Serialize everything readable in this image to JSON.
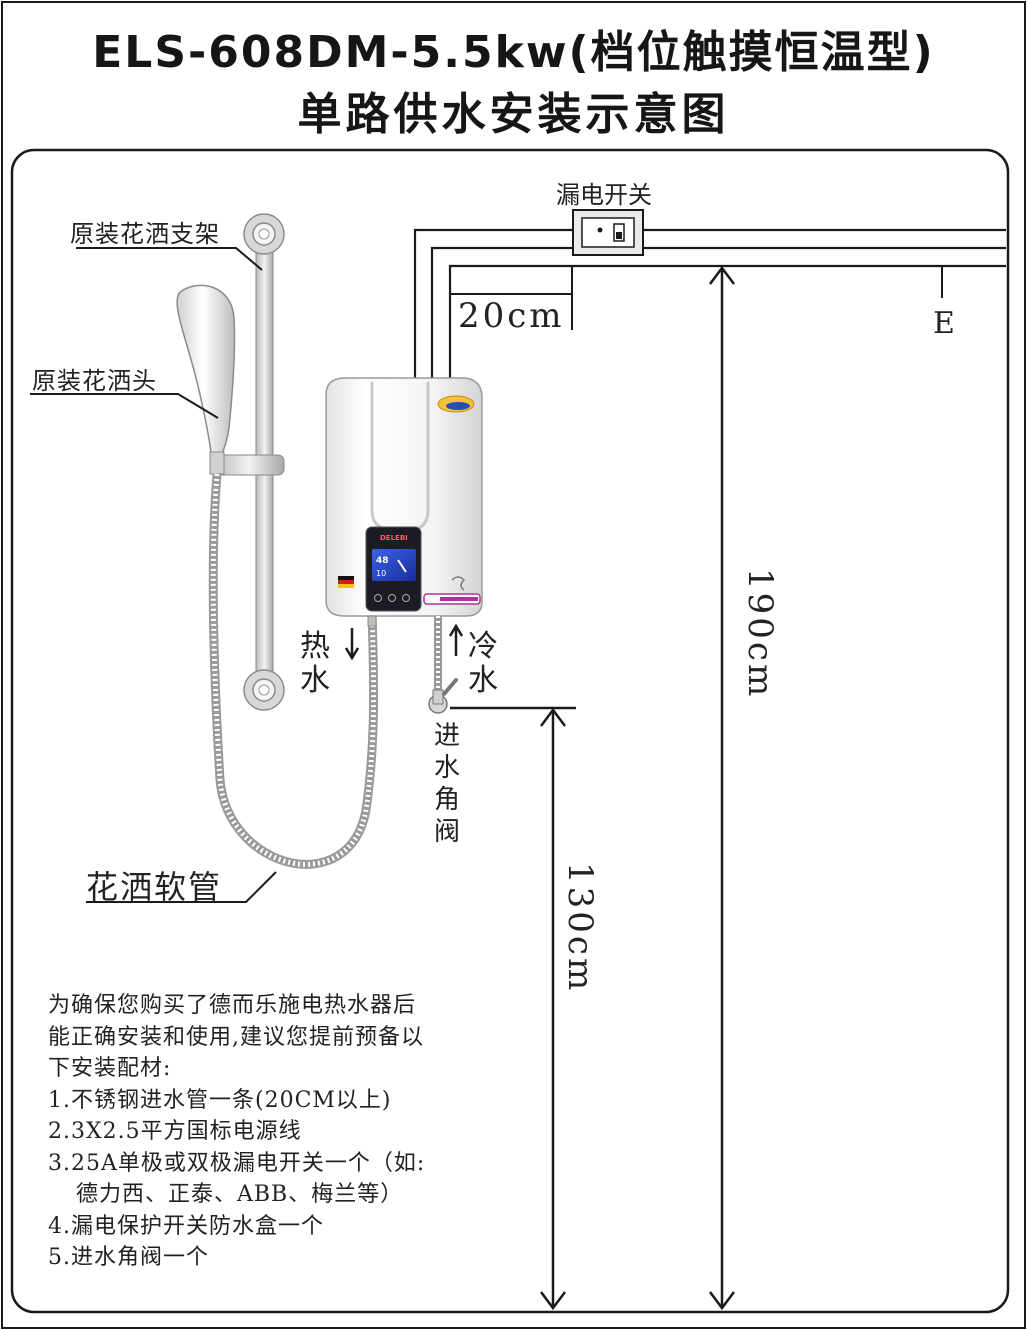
{
  "title": {
    "line1": "ELS-608DM-5.5kw(档位触摸恒温型)",
    "line2": "单路供水安装示意图"
  },
  "labels": {
    "leakage_switch": "漏电开关",
    "shower_bracket": "原装花洒支架",
    "shower_head": "原装花洒头",
    "hose": "花洒软管",
    "hot_water": "热水",
    "cold_water": "冷水",
    "inlet_valve": "进水角阀",
    "earth": "E"
  },
  "dimensions": {
    "pipe_offset": "20cm",
    "switch_height": "190cm",
    "valve_height": "130cm"
  },
  "heater_display": {
    "brand": "DELEBI",
    "temp": "48",
    "level": "10"
  },
  "notes": {
    "intro1": "为确保您购买了德而乐施电热水器后",
    "intro2": "能正确安装和使用,建议您提前预备以",
    "intro3": "下安装配材:",
    "item1": "1.不锈钢进水管一条(20CM以上)",
    "item2": "2.3X2.5平方国标电源线",
    "item3a": "3.25A单极或双极漏电开关一个（如:",
    "item3b": "德力西、正泰、ABB、梅兰等）",
    "item4": "4.漏电保护开关防水盒一个",
    "item5": "5.进水角阀一个"
  },
  "colors": {
    "line": "#1a1a1a",
    "heater_body": "#f4f4f4",
    "panel": "#1c1c24",
    "screen": "#2a48c8",
    "accent_purple": "#b0309a"
  }
}
